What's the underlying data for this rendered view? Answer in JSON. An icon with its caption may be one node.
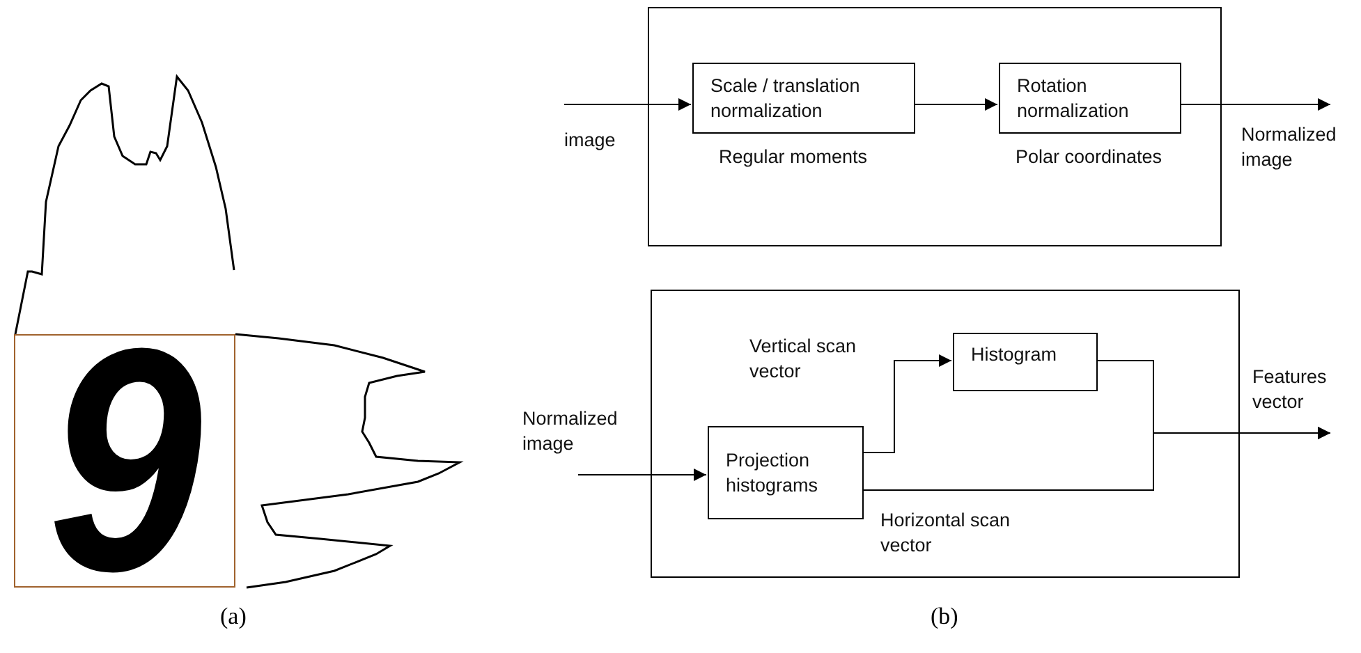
{
  "diagram": {
    "nodes": [
      {
        "text": [],
        "shape": "box"
      },
      {
        "text": [
          "Scale / translation normalization"
        ],
        "in": 0,
        "beside": [
          "Regular moments"
        ]
      },
      {
        "text": [
          "Rotation normalization"
        ],
        "in": 0,
        "beside": [
          "Polar coordinates"
        ]
      },
      {
        "text": [],
        "shape": "box"
      },
      {
        "text": [
          "Projection histograms"
        ],
        "in": 3
      },
      {
        "text": [
          "Histogram"
        ],
        "in": 3
      }
    ],
    "edges": [
      {
        "from": null,
        "to": 1,
        "arrow": "to",
        "label": "image"
      },
      {
        "from": 1,
        "to": 2,
        "arrow": "to"
      },
      {
        "from": 2,
        "to": null,
        "arrow": "to",
        "label": "Normalized image"
      },
      {
        "from": null,
        "to": 4,
        "arrow": "to",
        "label": "Normalized image"
      },
      {
        "from": 4,
        "to": 5,
        "arrow": "to",
        "label": "Vertical scan vector"
      },
      {
        "from": 5,
        "to": null,
        "arrow": "to",
        "label": "Features vector"
      },
      {
        "from": 4,
        "to": null,
        "arrow": "to",
        "label": "Horizontal scan vector"
      }
    ],
    "labels": [
      "9",
      "(a)",
      "(b)"
    ]
  }
}
